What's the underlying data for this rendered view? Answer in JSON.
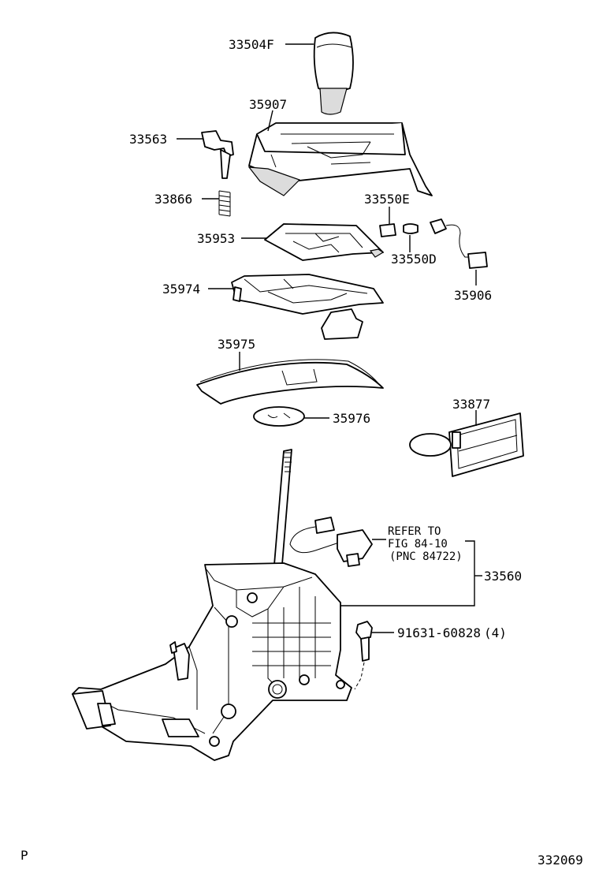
{
  "parts": {
    "p33504F": "33504F",
    "p35907": "35907",
    "p33563": "33563",
    "p33866": "33866",
    "p33550E": "33550E",
    "p35953": "35953",
    "p33550D": "33550D",
    "p35906": "35906",
    "p35974": "35974",
    "p35975": "35975",
    "p35976": "35976",
    "p33877": "33877",
    "p33560": "33560",
    "p91631": "91631-60828",
    "p91631_qty": "(4)"
  },
  "refer": {
    "line1": "REFER TO",
    "line2": "FIG 84-10",
    "line3": "(PNC 84722)"
  },
  "footer": {
    "left_code": "P",
    "figure_number": "332069"
  }
}
